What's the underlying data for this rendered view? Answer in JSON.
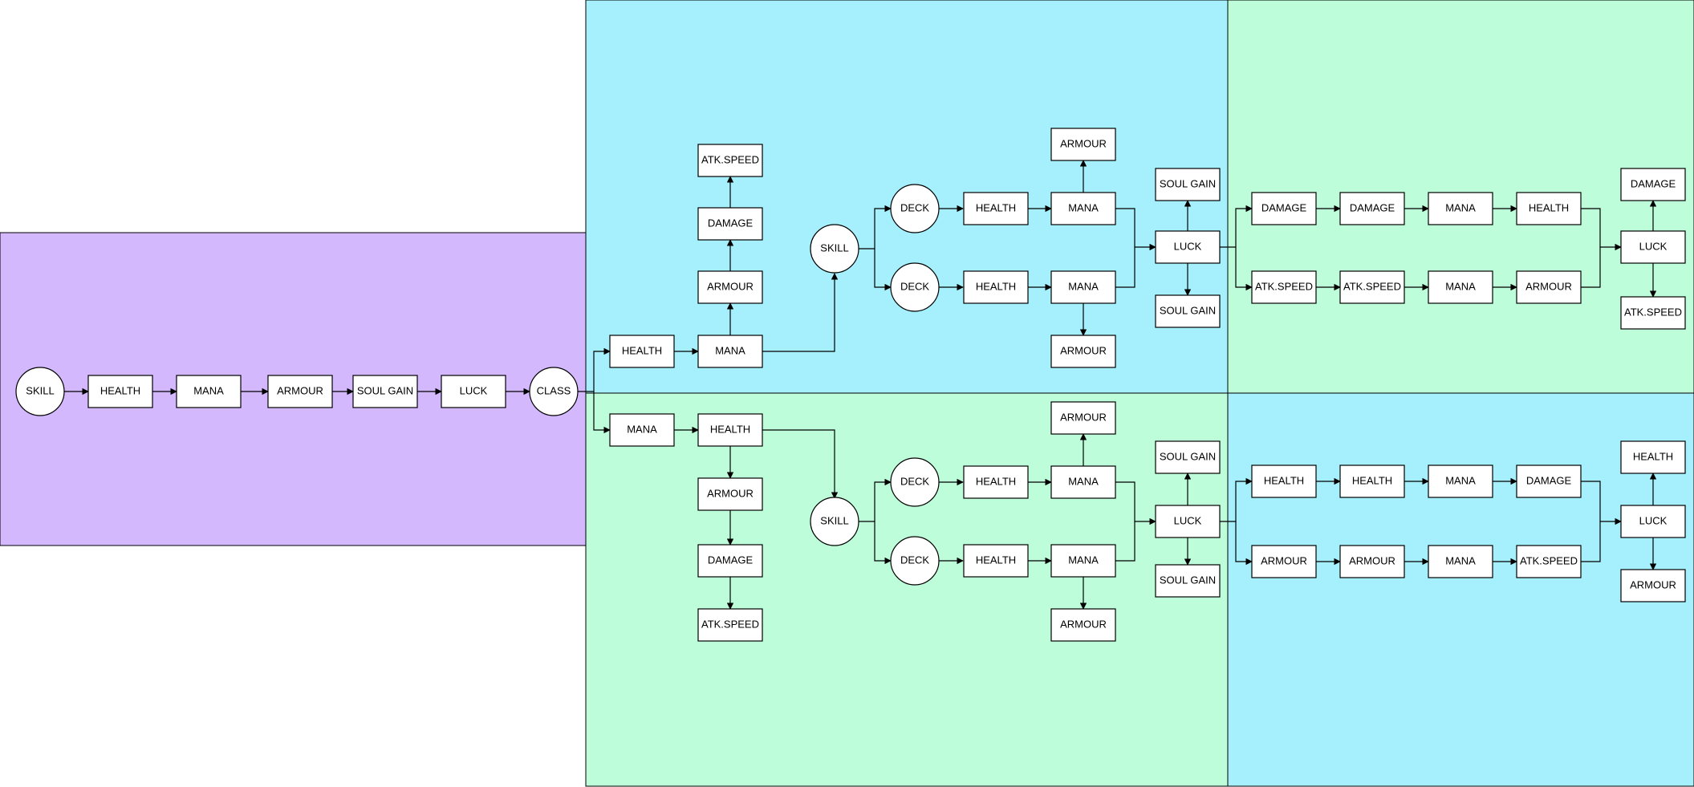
{
  "colors": {
    "purple": "#d3b8fd",
    "cyan": "#a5f0fc",
    "mint": "#bdfdd9",
    "node_fill": "#ffffff",
    "stroke": "#000000"
  },
  "nodes": {
    "start_skill": "SKILL",
    "start_health": "HEALTH",
    "start_mana": "MANA",
    "start_armour": "ARMOUR",
    "start_soul_gain": "SOUL GAIN",
    "start_luck": "LUCK",
    "class": "CLASS",
    "a_health": "HEALTH",
    "a_mana": "MANA",
    "a_armour": "ARMOUR",
    "a_damage": "DAMAGE",
    "a_atk_speed": "ATK.SPEED",
    "a_skill": "SKILL",
    "a_deck1": "DECK",
    "a_deck1_health": "HEALTH",
    "a_deck1_mana": "MANA",
    "a_deck1_armour": "ARMOUR",
    "a_deck2": "DECK",
    "a_deck2_health": "HEALTH",
    "a_deck2_mana": "MANA",
    "a_deck2_armour": "ARMOUR",
    "a_luck": "LUCK",
    "a_soul_gain_top": "SOUL GAIN",
    "a_soul_gain_bottom": "SOUL GAIN",
    "a_r1_damage1": "DAMAGE",
    "a_r1_damage2": "DAMAGE",
    "a_r1_mana": "MANA",
    "a_r1_health": "HEALTH",
    "a_r2_atk_speed1": "ATK.SPEED",
    "a_r2_atk_speed2": "ATK.SPEED",
    "a_r2_mana": "MANA",
    "a_r2_armour": "ARMOUR",
    "a_final_luck": "LUCK",
    "a_final_damage": "DAMAGE",
    "a_final_atk_speed": "ATK.SPEED",
    "b_mana": "MANA",
    "b_health": "HEALTH",
    "b_armour": "ARMOUR",
    "b_damage": "DAMAGE",
    "b_atk_speed": "ATK.SPEED",
    "b_skill": "SKILL",
    "b_deck1": "DECK",
    "b_deck1_health": "HEALTH",
    "b_deck1_mana": "MANA",
    "b_deck1_armour": "ARMOUR",
    "b_deck2": "DECK",
    "b_deck2_health": "HEALTH",
    "b_deck2_mana": "MANA",
    "b_deck2_armour": "ARMOUR",
    "b_luck": "LUCK",
    "b_soul_gain_top": "SOUL GAIN",
    "b_soul_gain_bottom": "SOUL GAIN",
    "b_r1_health1": "HEALTH",
    "b_r1_health2": "HEALTH",
    "b_r1_mana": "MANA",
    "b_r1_damage": "DAMAGE",
    "b_r2_armour1": "ARMOUR",
    "b_r2_armour2": "ARMOUR",
    "b_r2_mana": "MANA",
    "b_r2_atk_speed": "ATK.SPEED",
    "b_final_luck": "LUCK",
    "b_final_health": "HEALTH",
    "b_final_armour": "ARMOUR"
  }
}
